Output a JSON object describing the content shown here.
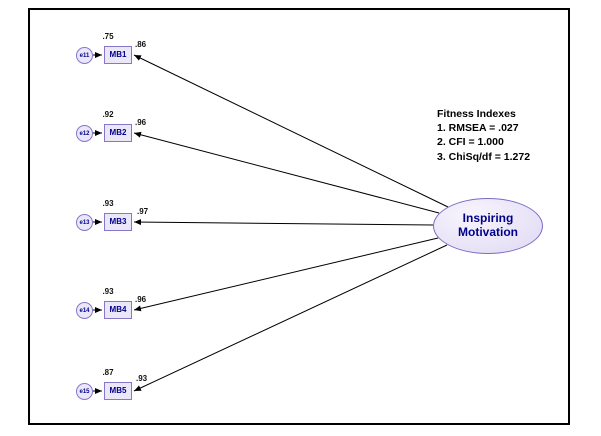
{
  "latent": {
    "label_line1": "Inspiring",
    "label_line2": "Motivation"
  },
  "fitness": {
    "heading": "Fitness Indexes",
    "lines": [
      "1. RMSEA = .027",
      "2. CFI = 1.000",
      "3. ChiSq/df = 1.272"
    ]
  },
  "indicators": [
    {
      "name": "MB1",
      "error": "e11",
      "r2": ".75",
      "loading": ".86"
    },
    {
      "name": "MB2",
      "error": "e12",
      "r2": ".92",
      "loading": ".96"
    },
    {
      "name": "MB3",
      "error": "e13",
      "r2": ".93",
      "loading": ".97"
    },
    {
      "name": "MB4",
      "error": "e14",
      "r2": ".93",
      "loading": ".96"
    },
    {
      "name": "MB5",
      "error": "e15",
      "r2": ".87",
      "loading": ".93"
    }
  ],
  "colors": {
    "shape_fill": "#ece7f8",
    "shape_border": "#8577c9",
    "label_text": "#00008b",
    "line_color": "#000000"
  }
}
